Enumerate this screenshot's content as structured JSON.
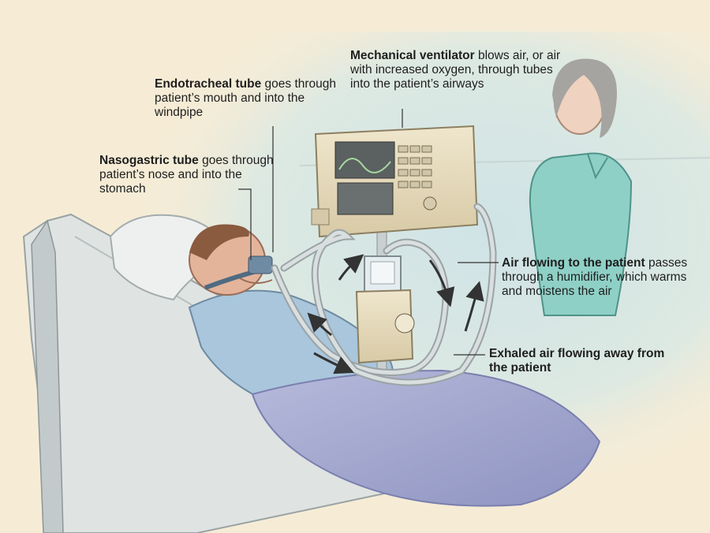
{
  "labels": {
    "endotracheal": {
      "title": "Endotracheal tube",
      "rest": " goes through patient’s mouth and into the windpipe"
    },
    "nasogastric": {
      "title": "Nasogastric tube",
      "rest": " goes through patient’s nose and into the stomach"
    },
    "ventilator": {
      "title": "Mechanical ventilator",
      "rest": " blows air, or air with increased oxygen, through tubes into the patient’s airways"
    },
    "airflow_to": {
      "title": "Air flowing to the patient",
      "rest": " passes through a humidifier, which warms and moistens the air"
    },
    "exhaled": {
      "title": "Exhaled air flowing away from the patient"
    }
  },
  "colors": {
    "background": "#f6ecd6",
    "tint": "#cfe3e6",
    "device": "#e7dcc0",
    "tubing": "#b9c1c3",
    "gown": "#a9c6dc",
    "blanket": "#a7abd0",
    "nurse_scrubs": "#8fd0c6",
    "arrow": "#3c3c3c"
  }
}
